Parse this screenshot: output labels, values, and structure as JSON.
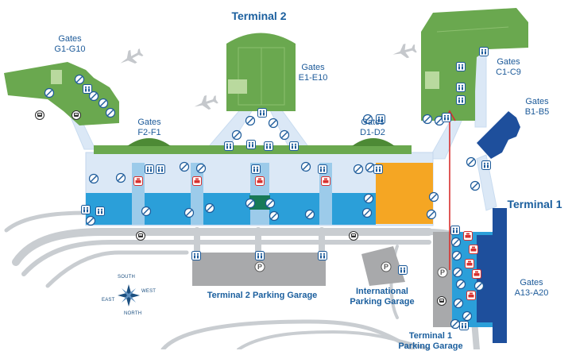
{
  "terminals": {
    "t1": "Terminal 1",
    "t2": "Terminal 2"
  },
  "gates": {
    "g": {
      "title": "Gates",
      "range": "G1-G10"
    },
    "e": {
      "title": "Gates",
      "range": "E1-E10"
    },
    "f": {
      "title": "Gates",
      "range": "F2-F1"
    },
    "d": {
      "title": "Gates",
      "range": "D1-D2"
    },
    "c": {
      "title": "Gates",
      "range": "C1-C9"
    },
    "b": {
      "title": "Gates",
      "range": "B1-B5"
    },
    "a": {
      "title": "Gates",
      "range": "A13-A20"
    }
  },
  "garages": {
    "t2": "Terminal 2 Parking Garage",
    "intl_1": "International",
    "intl_2": "Parking Garage",
    "t1_1": "Terminal 1",
    "t1_2": "Parking Garage"
  },
  "compass": {
    "north": "NORTH",
    "south": "SOUTH",
    "east": "EAST",
    "west": "WEST"
  },
  "parking_symbol": "P",
  "colors": {
    "concourse_green": "#6aa84f",
    "concourse_green_dark": "#4d8a35",
    "blue_main": "#2b9fd9",
    "light_blue": "#dbe8f6",
    "navy": "#1e4f9c",
    "orange": "#f5a623",
    "gray_road": "#c9cdd1",
    "garage_gray": "#a8a9ab",
    "label_blue": "#1c5a99",
    "route_red": "#d8302e"
  }
}
